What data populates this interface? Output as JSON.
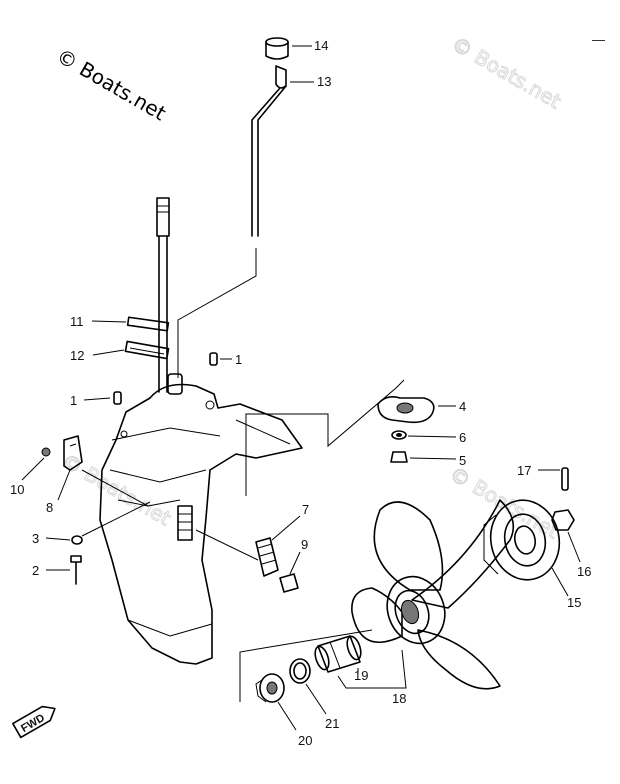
{
  "watermark": {
    "main": "© Boats.net",
    "faint": "© Boats.net"
  },
  "callouts": {
    "p1a": "1",
    "p1b": "1",
    "p2": "2",
    "p3": "3",
    "p4": "4",
    "p5": "5",
    "p6": "6",
    "p7": "7",
    "p8": "8",
    "p9": "9",
    "p10": "10",
    "p11": "11",
    "p12": "12",
    "p13": "13",
    "p14": "14",
    "p15": "15",
    "p16": "16",
    "p17": "17",
    "p18": "18",
    "p19": "19",
    "p20": "20",
    "p21": "21"
  },
  "fwd_label": "FWD",
  "top_right_mark": "—"
}
